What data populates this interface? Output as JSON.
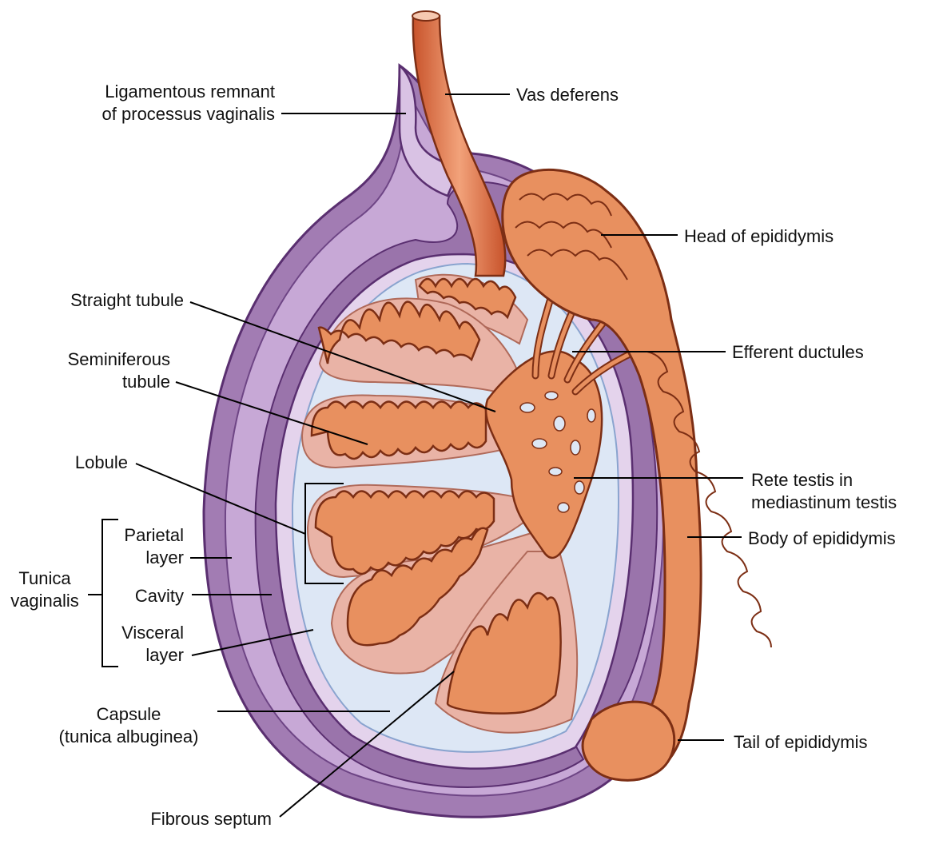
{
  "labels": {
    "ligamentous_remnant": {
      "line1": "Ligamentous remnant",
      "line2": "of processus vaginalis"
    },
    "vas_deferens": "Vas deferens",
    "head_of_epididymis": "Head of epididymis",
    "straight_tubule": "Straight tubule",
    "seminiferous_tubule": {
      "line1": "Seminiferous",
      "line2": "tubule"
    },
    "efferent_ductules": "Efferent ductules",
    "lobule": "Lobule",
    "rete_testis": {
      "line1": "Rete testis in",
      "line2": "mediastinum testis"
    },
    "parietal_layer": {
      "line1": "Parietal",
      "line2": "layer"
    },
    "body_of_epididymis": "Body of epididymis",
    "tunica_vaginalis": {
      "line1": "Tunica",
      "line2": "vaginalis"
    },
    "cavity": "Cavity",
    "visceral_layer": {
      "line1": "Visceral",
      "line2": "layer"
    },
    "capsule": {
      "line1": "Capsule",
      "line2": "(tunica albuginea)"
    },
    "tail_of_epididymis": "Tail of epididymis",
    "fibrous_septum": "Fibrous septum"
  },
  "colors": {
    "tunica_purple": "#9b76ab",
    "tunica_light": "#dcc6e6",
    "tunica_outline": "#5a2f70",
    "testis_interior": "#dfe8f6",
    "tubule_orange": "#e8905f",
    "tubule_outline": "#7c2e14",
    "lobule_pink": "#e9b3a6",
    "leader_line": "#000000"
  }
}
